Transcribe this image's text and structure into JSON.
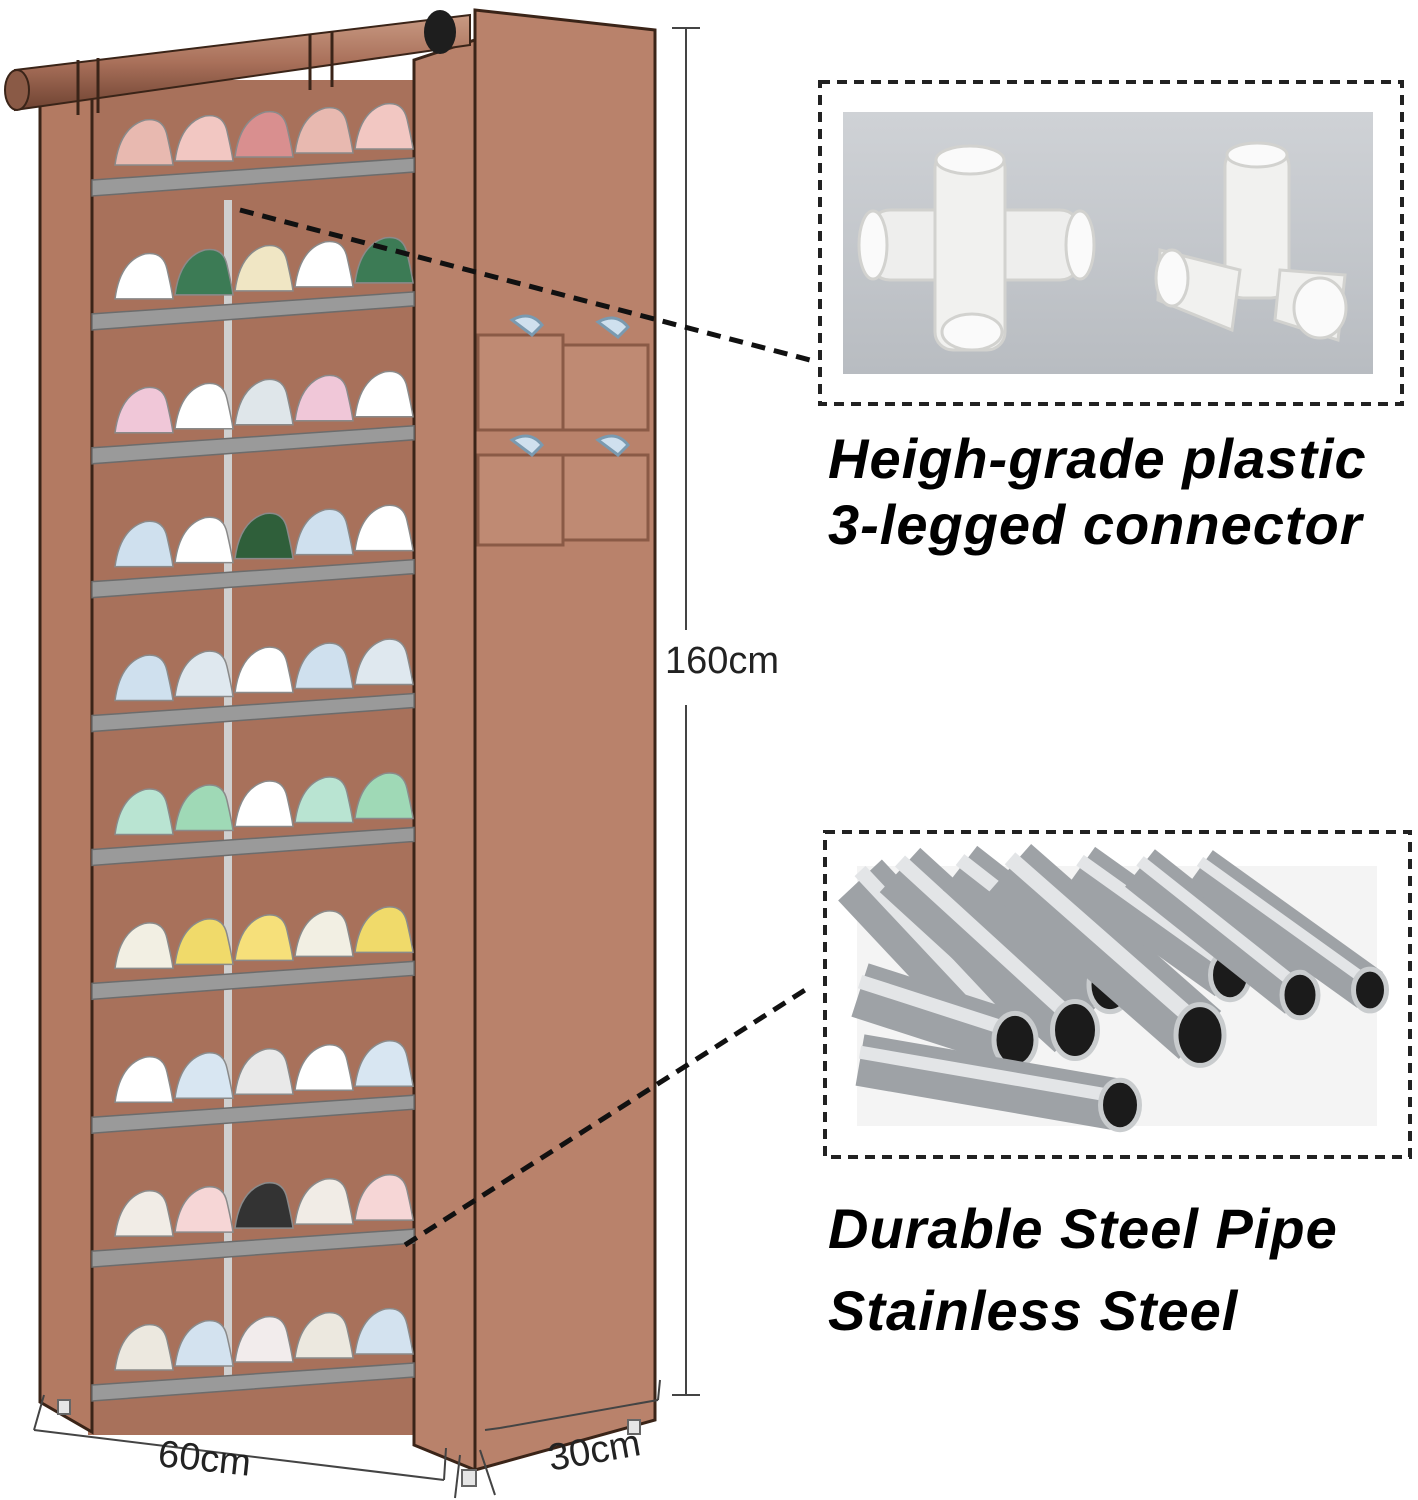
{
  "dimensions": {
    "height": "160cm",
    "width": "60cm",
    "depth": "30cm"
  },
  "callouts": {
    "connector": {
      "line1": "Heigh-grade plastic",
      "line2": "3-legged connector"
    },
    "pipe": {
      "line1": "Durable Steel Pipe",
      "line2": "Stainless Steel"
    }
  },
  "colors": {
    "cover": "#b9826b",
    "cover_dark": "#8a5a46",
    "cover_edge": "#3a2418",
    "shelf": "#9a9a9a",
    "callout_border": "#222222"
  },
  "product": {
    "shelf_tiers": 10,
    "side_pocket_rows": 2,
    "side_pocket_cols": 2
  }
}
